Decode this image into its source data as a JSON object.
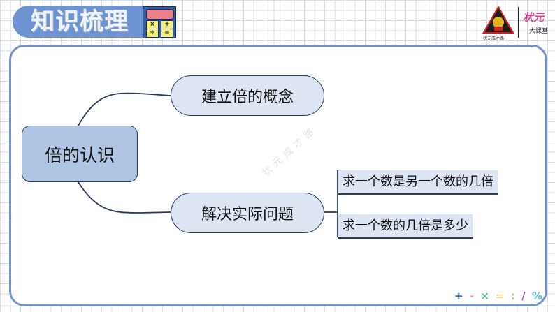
{
  "header": {
    "title": "知识梳理",
    "calculator_keys": [
      "×",
      "+",
      "÷",
      "="
    ],
    "logo_icon": "champion-badge-icon",
    "logo_caption": "状元成才路",
    "logo_brand_top": "状元",
    "logo_brand_bottom": "大课堂"
  },
  "mindmap": {
    "root": "倍的认识",
    "branches": [
      {
        "label": "建立倍的概念",
        "children": []
      },
      {
        "label": "解决实际问题",
        "children": [
          "求一个数是另一个数的几倍",
          "求一个数的几倍是多少"
        ]
      }
    ]
  },
  "watermark": "状元成才路",
  "decoration": {
    "symbols": [
      "+",
      "-",
      "×",
      "=",
      ":",
      "/",
      "%"
    ],
    "colors": [
      "#3b5fb0",
      "#e88bd6",
      "#5fbf8e",
      "#f2d36b",
      "#f2a98a",
      "#9a5fd0",
      "#5bc0de"
    ]
  },
  "colors": {
    "accent": "#6d93d3",
    "root_fill": "#b0c4e4",
    "branch_fill": "#dde5f3",
    "line": "#2a3a5e"
  }
}
